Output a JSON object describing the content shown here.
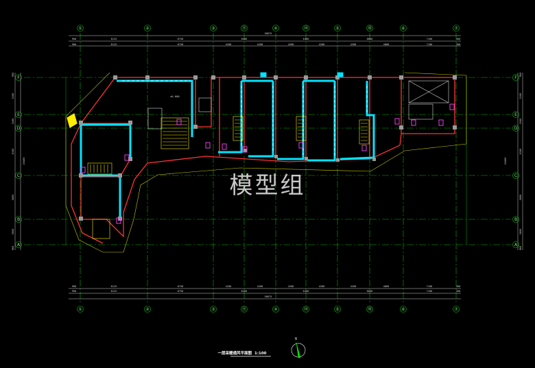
{
  "watermark": "模型组",
  "drawing_title": "一层采暖通风平面图",
  "drawing_scale": "1:100",
  "north_label": "N",
  "elevation_note": "±0.000",
  "vertical_axes": [
    "①",
    "②",
    "③",
    "⑪",
    "④",
    "⑭",
    "⑤",
    "⑯",
    "⑥",
    "⑦"
  ],
  "horizontal_axes": [
    "F",
    "E",
    "D",
    "C",
    "B",
    "A"
  ],
  "dims_top_total": "56875",
  "dims_top_row1": [
    "900",
    "8125",
    "8750",
    "8400",
    "6400",
    "8600",
    "7100",
    "300"
  ],
  "dims_top_row2": [
    "900",
    "8125",
    "8750",
    "4200",
    "4200",
    "4200",
    "4200",
    "4200",
    "4800",
    "7100",
    "300"
  ],
  "dims_bottom_row1": [
    "900",
    "8125",
    "8750",
    "4200",
    "4200",
    "4200",
    "4200",
    "4200",
    "4800",
    "7100",
    "300"
  ],
  "dims_bottom_row2": [
    "900",
    "8125",
    "8750",
    "8400",
    "6400",
    "8600",
    "7100",
    "300"
  ],
  "dims_bottom_total": "56875",
  "dims_left": [
    "900",
    "5100",
    "3100",
    "6100",
    "5800",
    "3600",
    "900"
  ],
  "dims_right": [
    "900",
    "5100",
    "3100",
    "6100",
    "5800",
    "3600",
    "900"
  ],
  "dims_side_total": "23400",
  "colors": {
    "background": "#000000",
    "axis_lines": "#00cc00",
    "walls": "#ff3333",
    "ducts": "#00e5ff",
    "stairs": "#ffee00",
    "equipment": "#ff44ff",
    "dim_lines": "#cfcfcf"
  }
}
